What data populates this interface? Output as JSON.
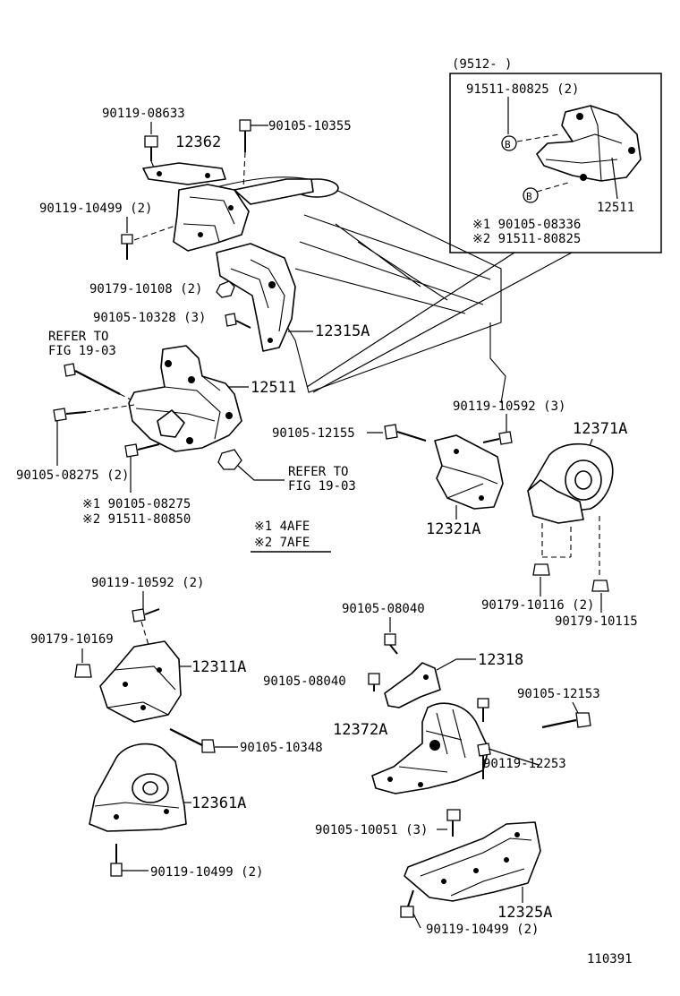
{
  "inset": {
    "title": "(9512-      )",
    "part_bolt": "91511-80825 (2)",
    "part_bracket": "12511",
    "note1": "※1 90105-08336",
    "note2": "※2 91511-80825",
    "marker": "B"
  },
  "labels": {
    "p1": "90119-08633",
    "p2": "12362",
    "p3": "90105-10355",
    "p4": "90119-10499 (2)",
    "p5": "90179-10108 (2)",
    "p6": "90105-10328 (3)",
    "p7": "12315A",
    "refer_a1": "REFER TO",
    "refer_a2": "FIG 19-03",
    "p8": "12511",
    "p9": "90119-10592 (3)",
    "p10": "90105-12155",
    "p11": "12371A",
    "p12": "90105-08275 (2)",
    "refer_b1": "REFER TO",
    "refer_b2": "FIG 19-03",
    "p13": "※1 90105-08275",
    "p14": "※2 91511-80850",
    "p15": "12321A",
    "legend1": "※1  4AFE",
    "legend2": "※2  7AFE",
    "p16": "90179-10116 (2)",
    "p17": "90179-10115",
    "p18": "90119-10592 (2)",
    "p19": "90105-08040",
    "p20": "90179-10169",
    "p21": "12311A",
    "p22": "12318",
    "p23": "90105-08040",
    "p24": "90105-12153",
    "p25": "12372A",
    "p26": "90119-12253",
    "p27": "90105-10348",
    "p28": "12361A",
    "p29": "90105-10051 (3)",
    "p30": "90119-10499 (2)",
    "p31": "12325A",
    "p32": "90119-10499 (2)",
    "figure_number": "110391"
  }
}
